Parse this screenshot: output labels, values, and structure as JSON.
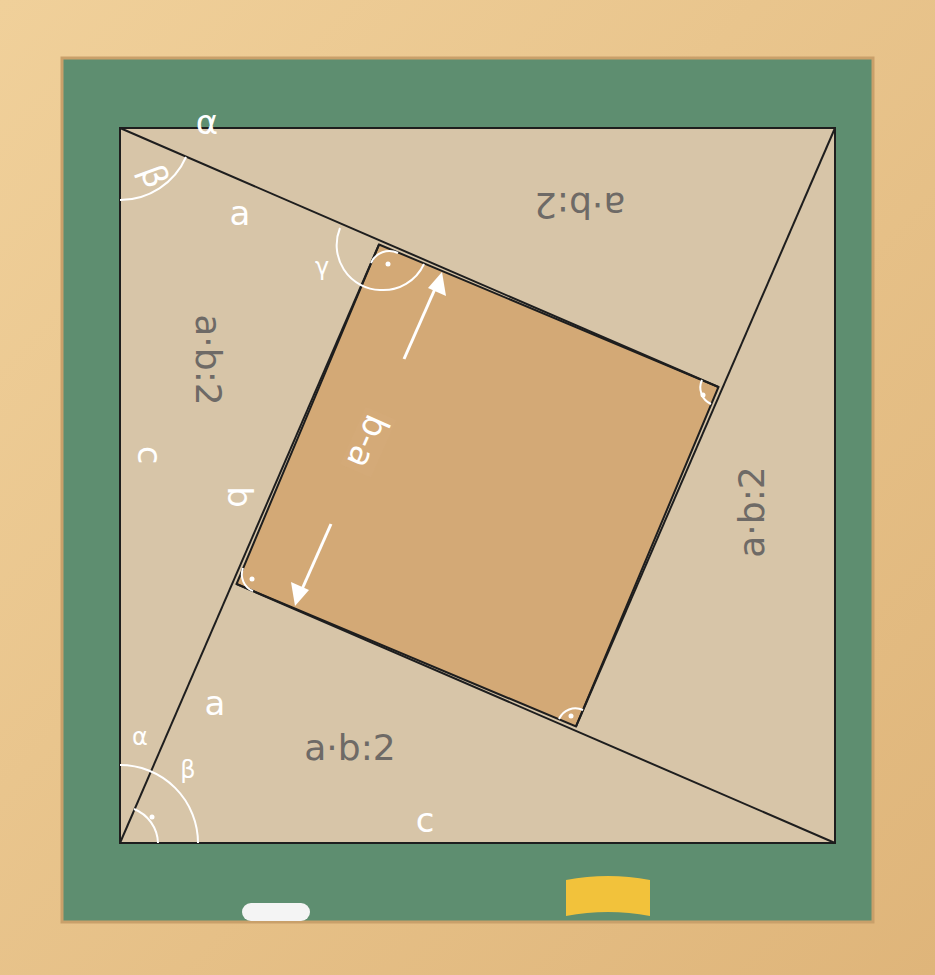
{
  "diagram": {
    "labels": [
      "α",
      "β",
      "a",
      "a·b:2",
      "γ",
      "a·b:2",
      "c",
      "b-a",
      "b",
      "a·b:2",
      "a",
      "α",
      "β",
      "a·b:2",
      "c"
    ]
  }
}
